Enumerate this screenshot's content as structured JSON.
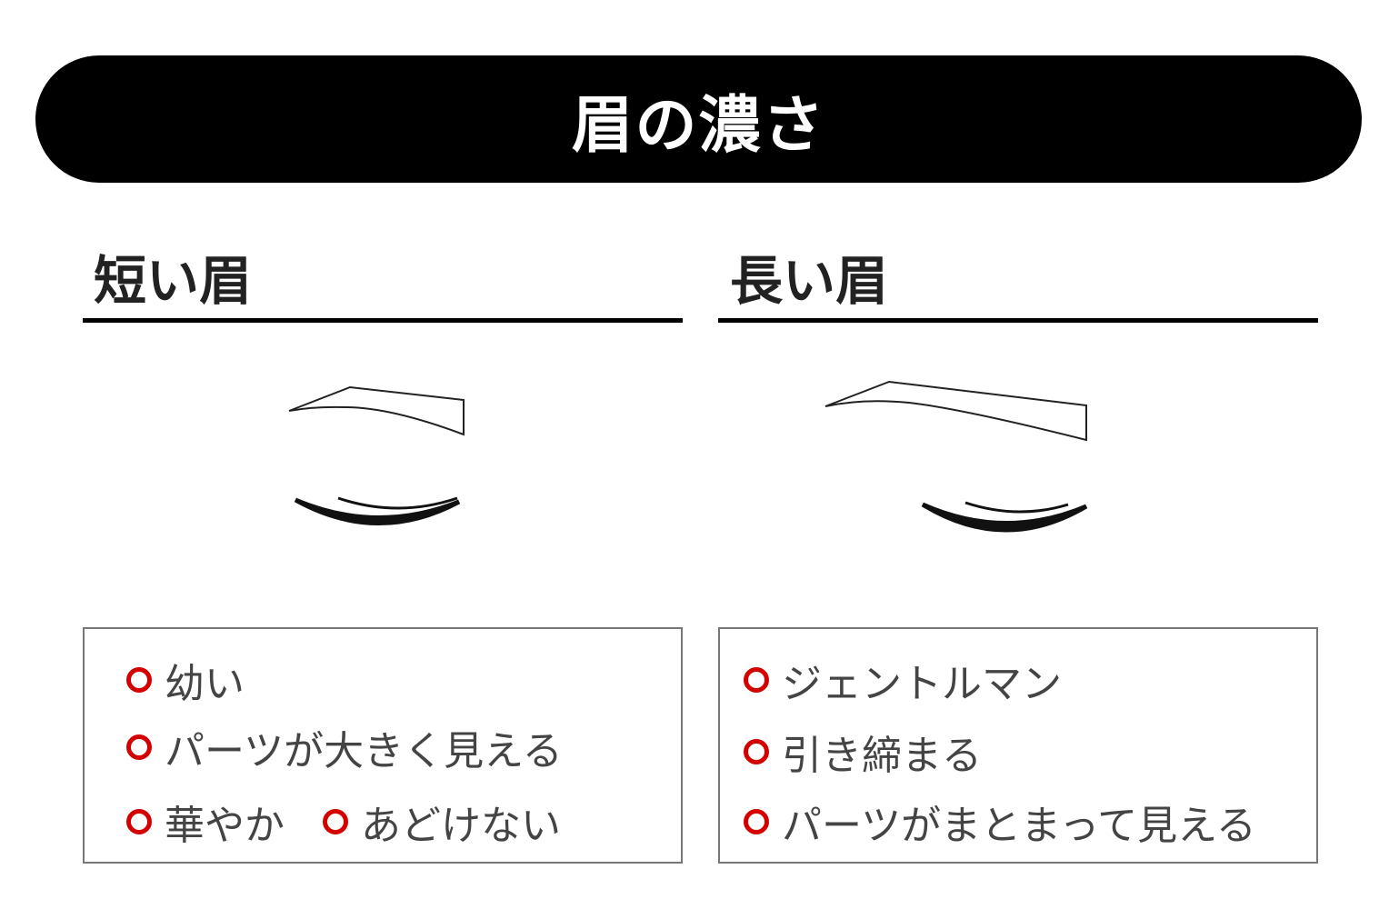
{
  "title": "眉の濃さ",
  "columns": [
    {
      "heading": "短い眉",
      "items": [
        "幼い",
        "パーツが大きく見える",
        "華やか",
        "あどけない"
      ]
    },
    {
      "heading": "長い眉",
      "items": [
        "ジェントルマン",
        "引き締まる",
        "パーツがまとまって見える"
      ]
    }
  ],
  "colors": {
    "bullet": "#d40000",
    "banner": "#000000"
  }
}
